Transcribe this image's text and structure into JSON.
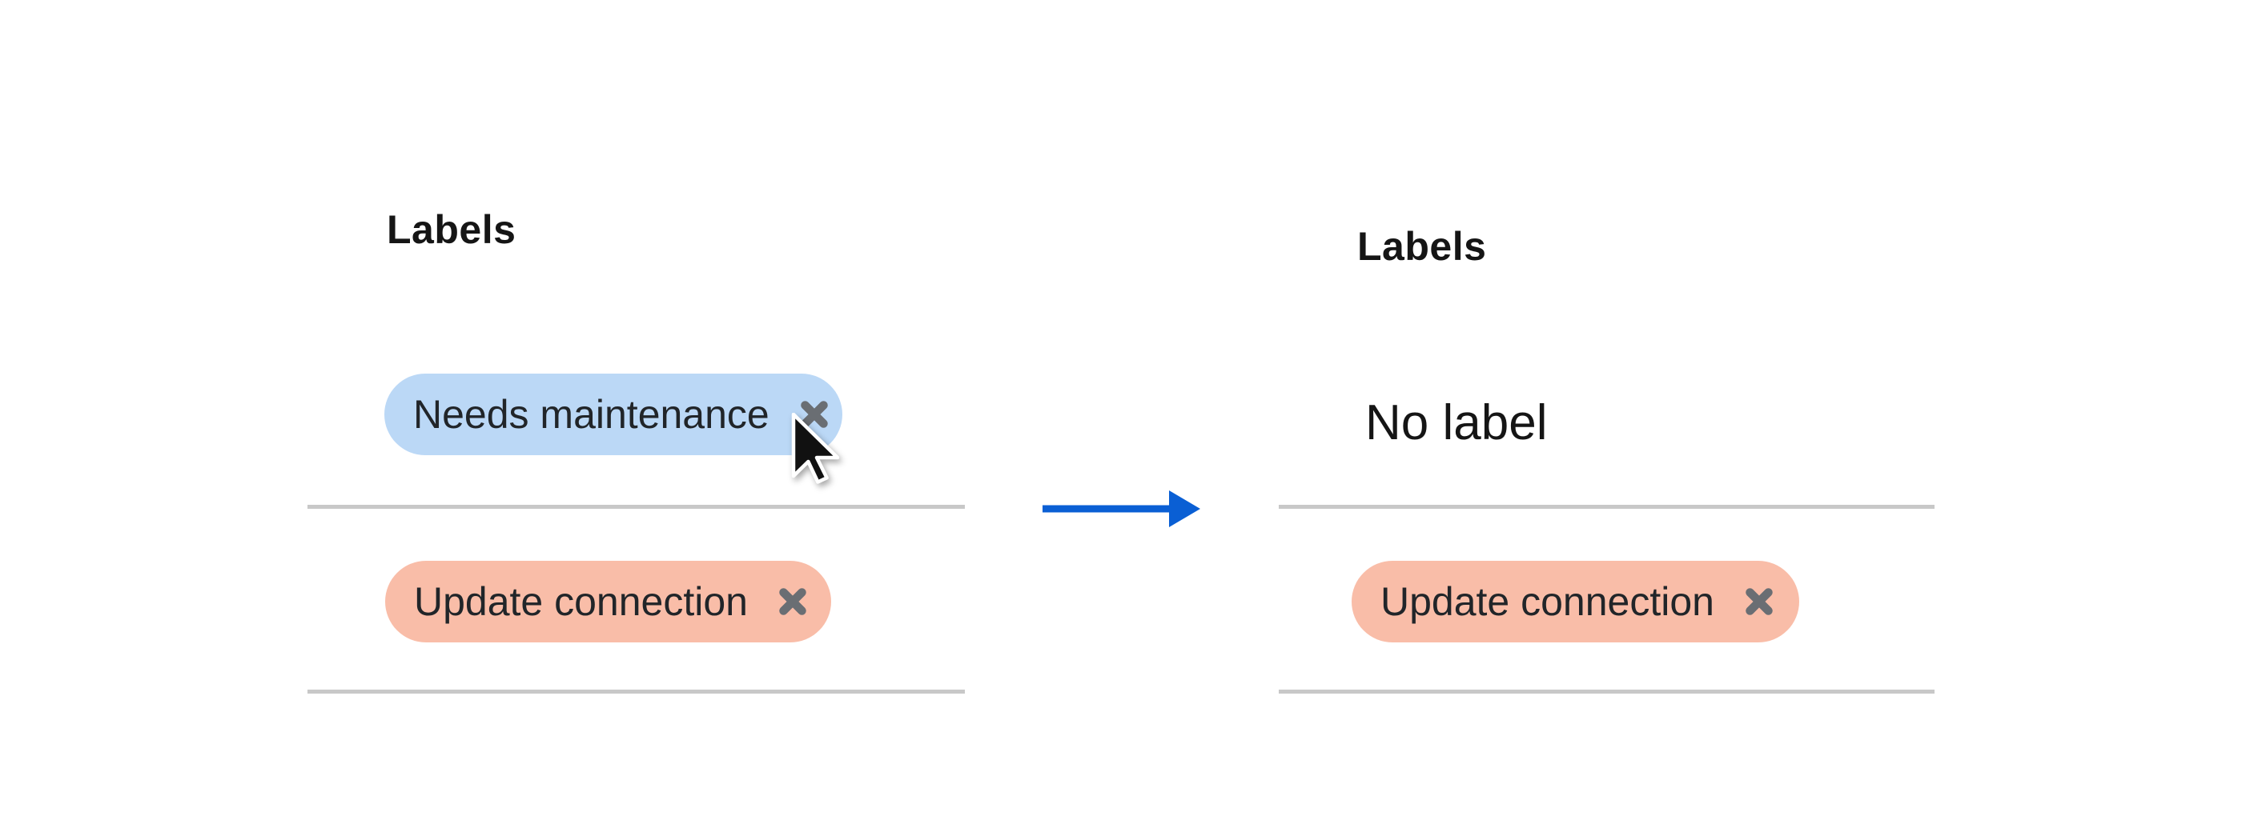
{
  "left_panel": {
    "heading": "Labels",
    "chips": [
      {
        "text": "Needs maintenance",
        "bg_color": "#bbd8f6",
        "close_icon": "times-icon"
      },
      {
        "text": "Update connection",
        "bg_color": "#f9bda8",
        "close_icon": "times-icon"
      }
    ]
  },
  "right_panel": {
    "heading": "Labels",
    "empty_state_text": "No label",
    "chips": [
      {
        "text": "Update connection",
        "bg_color": "#f9bda8",
        "close_icon": "times-icon"
      }
    ]
  },
  "transition": {
    "arrow_icon": "arrow-right-icon"
  },
  "cursor": {
    "icon": "arrow-pointer-icon"
  },
  "colors": {
    "heading": "#151515",
    "chip_text": "#212529",
    "close_icon": "#6a6e73",
    "divider": "#c8c8c8",
    "arrow": "#0a5fd4",
    "chip_blue": "#bbd8f6",
    "chip_orange": "#f9bda8"
  }
}
